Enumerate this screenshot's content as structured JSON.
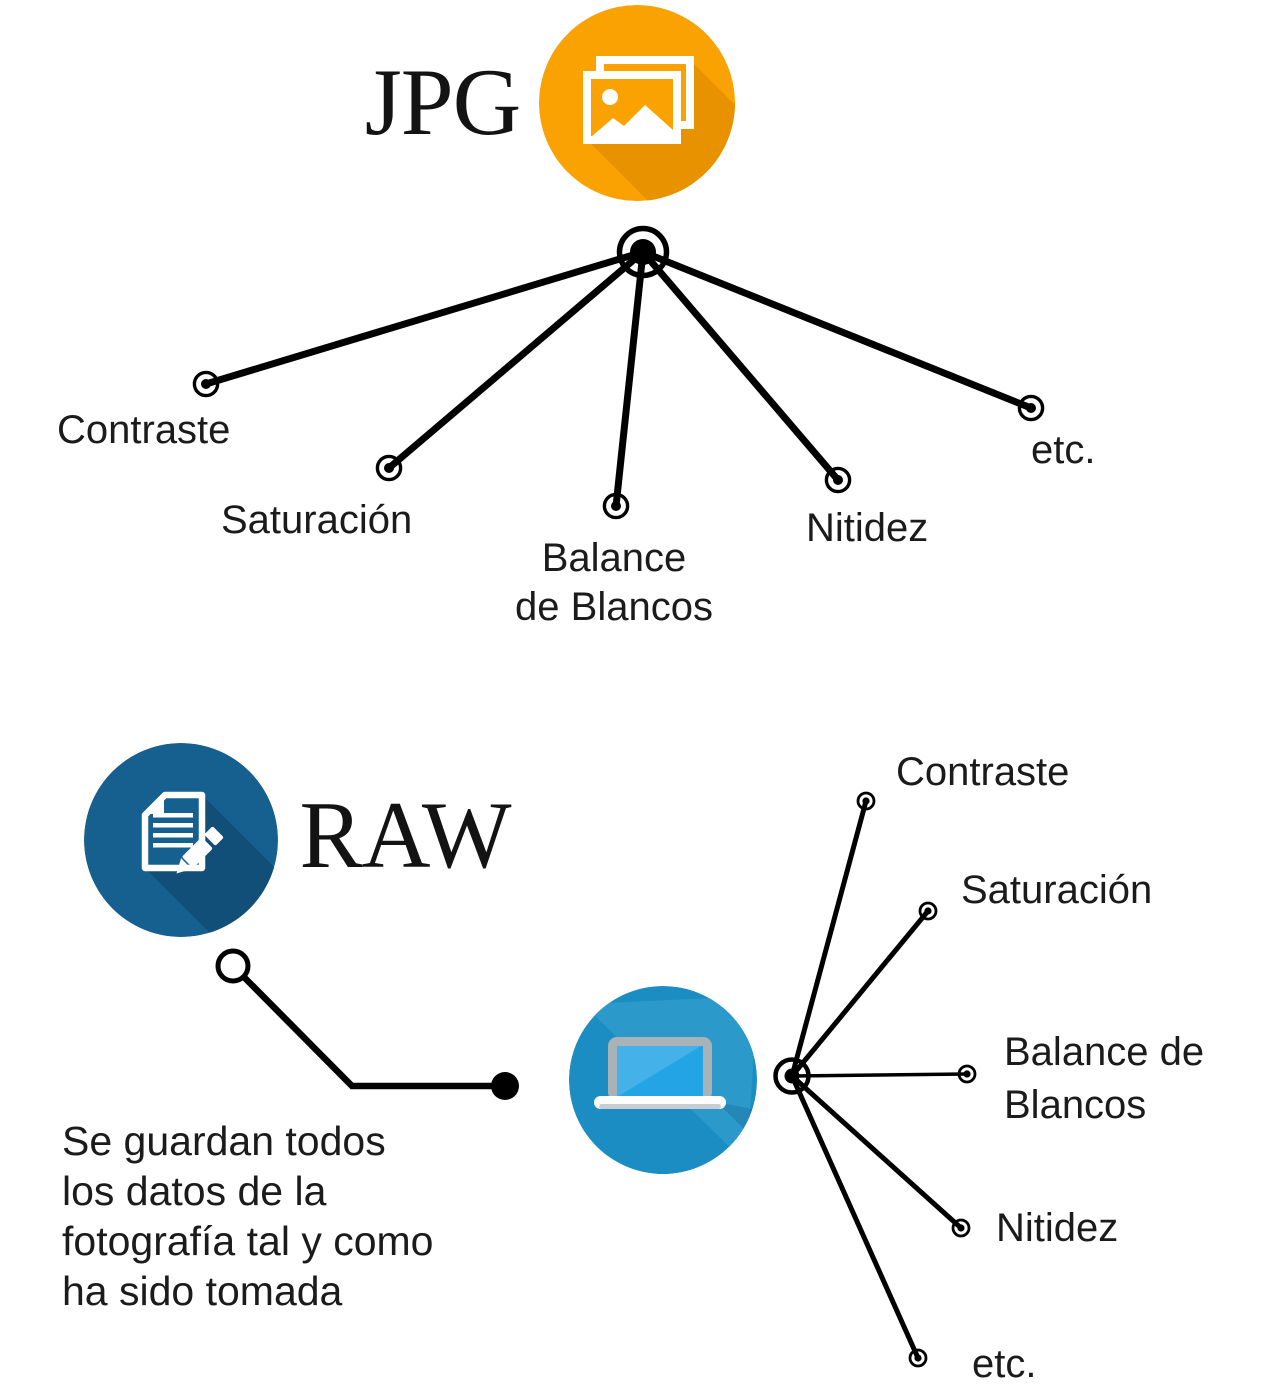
{
  "jpg": {
    "title": "JPG",
    "icon": "photos-icon",
    "branches": [
      "Contraste",
      "Saturación",
      "Balance\nde Blancos",
      "Nitidez",
      "etc."
    ]
  },
  "raw": {
    "title": "RAW",
    "icon": "document-edit-icon",
    "computer_icon": "laptop-icon",
    "description": "Se guardan todos\nlos datos de la\nfotografía tal y como\nha sido tomada",
    "branches": [
      "Contraste",
      "Saturación",
      "Balance de\nBlancos",
      "Nitidez",
      "etc."
    ]
  },
  "colors": {
    "jpg_circle": "#FBA203",
    "jpg_circle_shadow": "#E89200",
    "raw_circle": "#15608E",
    "raw_circle_shadow": "#114E78",
    "laptop_circle": "#1B8DC3",
    "laptop_circle_highlight": "#2B9ACB",
    "laptop_screen": "#23A4E4",
    "laptop_screen_highlight": "#45B1E9",
    "laptop_frame": "#A9B3B7",
    "line": "#000000"
  }
}
